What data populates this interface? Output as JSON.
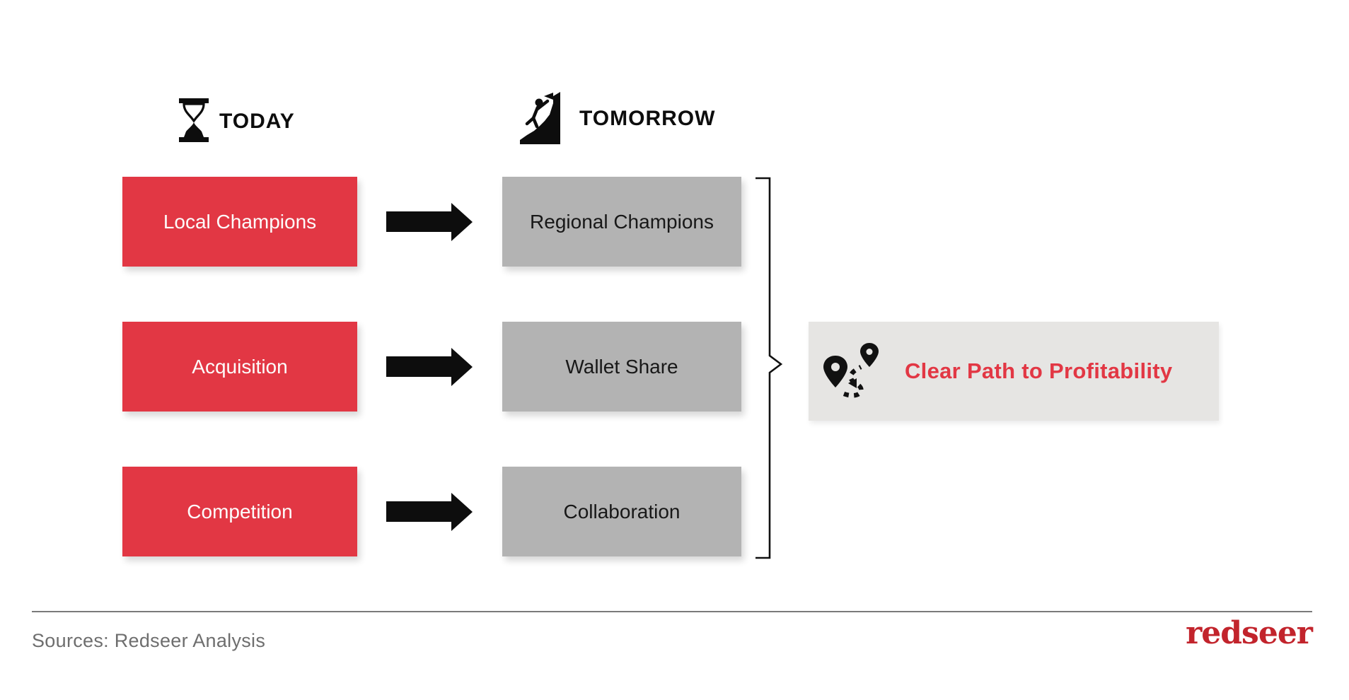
{
  "headers": {
    "today": "TODAY",
    "tomorrow": "TOMORROW",
    "today_icon": "hourglass-icon",
    "tomorrow_icon": "mountain-climber-icon"
  },
  "rows": [
    {
      "today": "Local Champions",
      "tomorrow": "Regional Champions"
    },
    {
      "today": "Acquisition",
      "tomorrow": "Wallet Share"
    },
    {
      "today": "Competition",
      "tomorrow": "Collaboration"
    }
  ],
  "outcome": {
    "label": "Clear Path to Profitability",
    "icon": "route-map-icon"
  },
  "footer": {
    "sources": "Sources: Redseer Analysis",
    "logo_text": "redseer"
  },
  "colors": {
    "today_box": "#E23744",
    "tomorrow_box": "#B3B3B3",
    "outcome_box": "#E6E5E3",
    "outcome_text": "#E23744",
    "arrow_black": "#0d0d0d",
    "logo_red": "#C2242C",
    "divider_gray": "#7a7a7a",
    "sources_gray": "#6e6e6e"
  }
}
